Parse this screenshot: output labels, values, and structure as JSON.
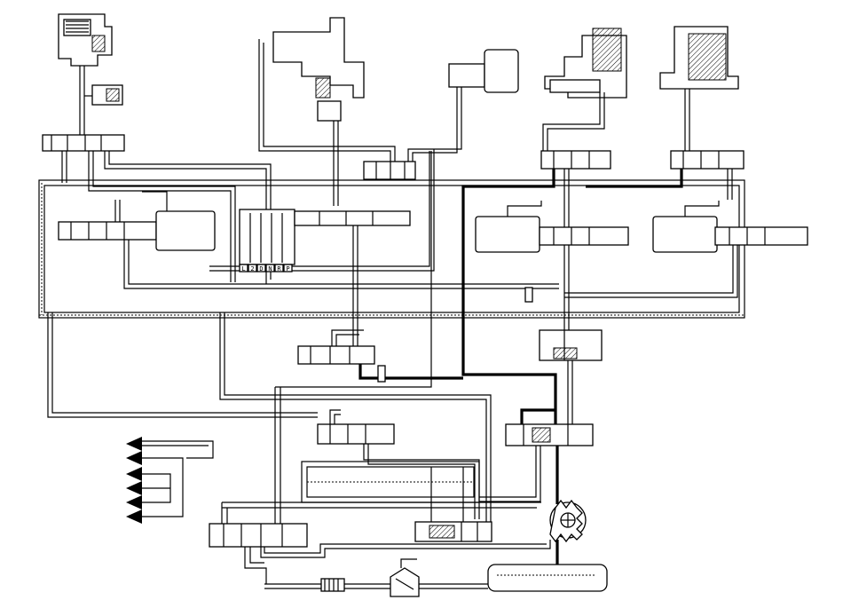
{
  "diagram": {
    "selector_labels": [
      "L",
      "2",
      "D",
      "N",
      "R",
      "P"
    ],
    "colors": {
      "line": "#000000",
      "background": "#ffffff"
    }
  }
}
